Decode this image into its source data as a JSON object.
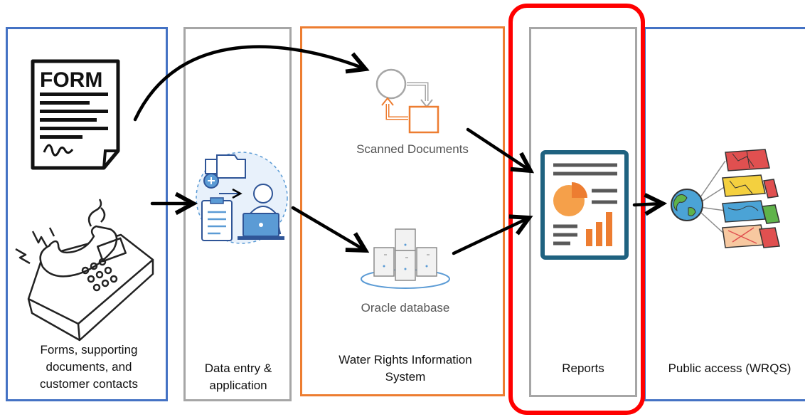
{
  "icons": {
    "form_text": "FORM"
  },
  "stages": [
    {
      "caption": "Forms, supporting documents, and customer contacts"
    },
    {
      "caption": "Data entry & application"
    },
    {
      "caption": "Water Rights Information System"
    },
    {
      "caption": "Reports"
    },
    {
      "caption": "Public access (WRQS)"
    }
  ],
  "nodes": {
    "scanned": "Scanned Documents",
    "oracle": "Oracle database"
  },
  "colors": {
    "blue_border": "#4472c4",
    "gray_border": "#a6a6a6",
    "orange_border": "#ed7d31",
    "highlight": "#ff0000",
    "arrow": "#000000"
  }
}
